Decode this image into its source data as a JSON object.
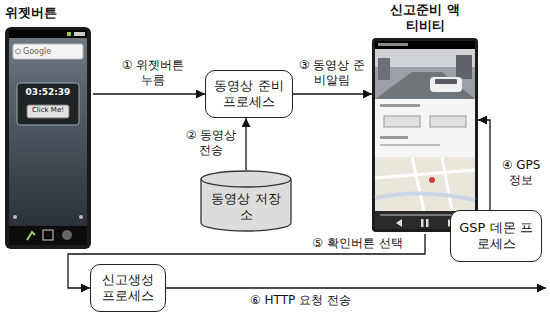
{
  "diagram": {
    "nodes": [
      {
        "text": [
          "위젯버튼"
        ]
      },
      {
        "text": [
          "동영상 준비 프로세스"
        ]
      },
      {
        "text": [
          "동영상 저장소"
        ]
      },
      {
        "text": [
          "신고준비 액티비티"
        ]
      },
      {
        "text": [
          "GSP 데몬 프로세스"
        ]
      },
      {
        "text": [
          "신고생성 프로세스"
        ]
      }
    ],
    "edges": [
      {
        "from": 0,
        "to": 1,
        "arrow": "to",
        "label": "① 위젯버튼 누름"
      },
      {
        "from": 2,
        "to": 1,
        "arrow": "to",
        "label": "② 동영상 전송"
      },
      {
        "from": 1,
        "to": 3,
        "arrow": "to",
        "label": "③ 동영상 준비알림"
      },
      {
        "from": 4,
        "to": 3,
        "arrow": "to",
        "label": "④ GPS 정보"
      },
      {
        "from": 3,
        "to": 5,
        "arrow": "to",
        "label": "⑤ 확인버튼 선택"
      }
    ],
    "labels": [
      "Google",
      "03:52:39",
      "Click Me!",
      "⑥ HTTP 요청 전송"
    ]
  }
}
